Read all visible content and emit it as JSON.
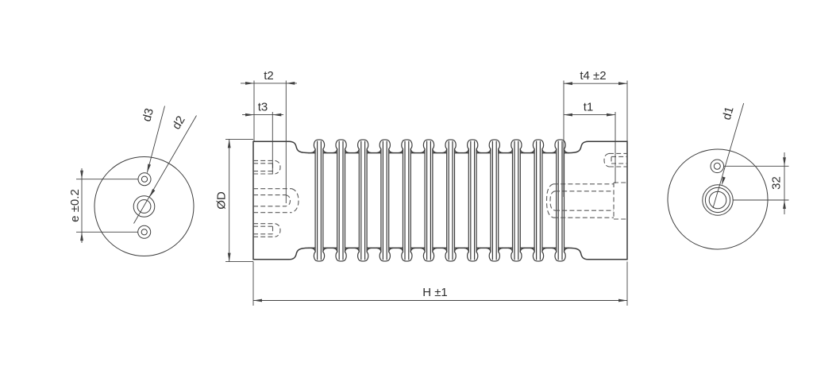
{
  "labels": {
    "d3": "d3",
    "d2": "d2",
    "d1": "d1",
    "e": "e ±0.2",
    "diameter": "ØD",
    "t2": "t2",
    "t3": "t3",
    "t1": "t1",
    "t4": "t4 ±2",
    "h": "H ±1",
    "hole_spacing": "32"
  },
  "colors": {
    "line": "#3a3a3a",
    "hidden_line": "#5a5a5a",
    "text": "#2f2f2f",
    "background": "#ffffff"
  }
}
